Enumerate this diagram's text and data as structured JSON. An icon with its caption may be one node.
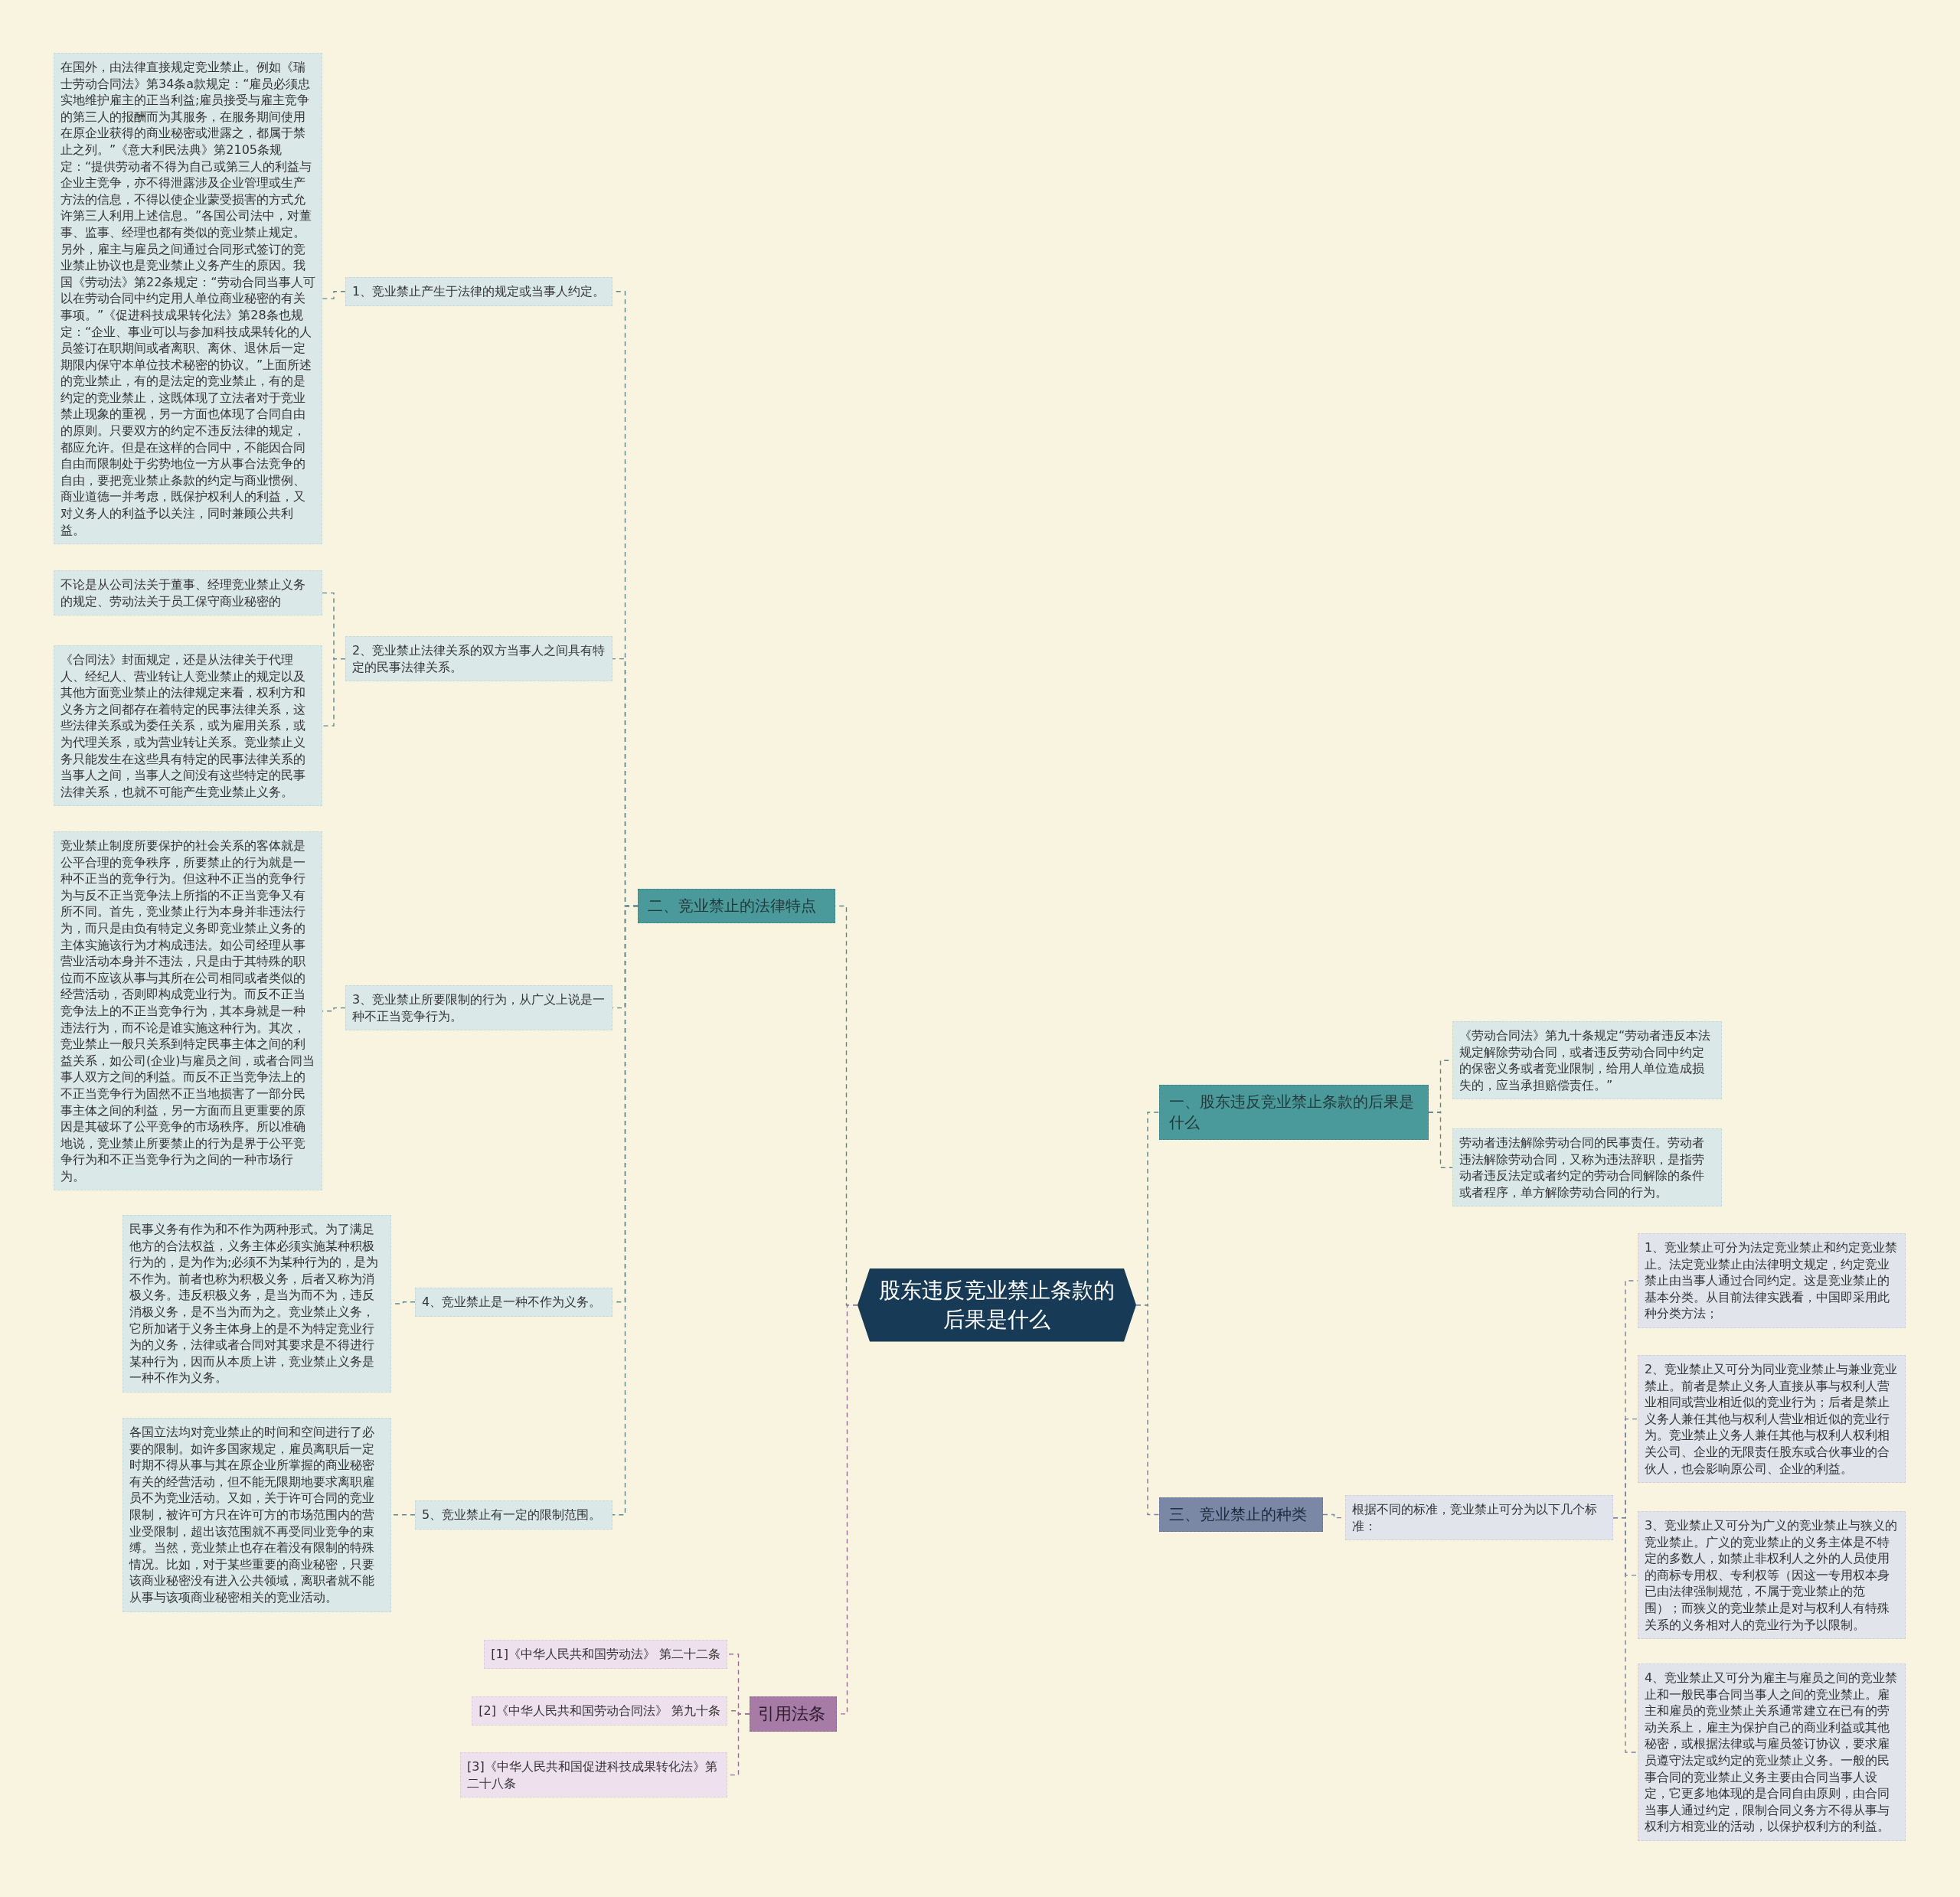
{
  "diagram": {
    "nodes": [
      {
        "text": [
          "股东违反竞业禁止条款的后果是什么"
        ]
      },
      {
        "text": [
          "一、股东违反竞业禁止条款的后果是什么"
        ]
      },
      {
        "text": [
          "《劳动合同法》第九十条规定“劳动者违反本法规定解除劳动合同，或者违反劳动合同中约定的保密义务或者竞业限制，给用人单位造成损失的，应当承担赔偿责任。”"
        ]
      },
      {
        "text": [
          "劳动者违法解除劳动合同的民事责任。劳动者违法解除劳动合同，又称为违法辞职，是指劳动者违反法定或者约定的劳动合同解除的条件或者程序，单方解除劳动合同的行为。"
        ]
      },
      {
        "text": [
          "三、竞业禁止的种类"
        ]
      },
      {
        "text": [
          "根据不同的标准，竞业禁止可分为以下几个标准："
        ]
      },
      {
        "text": [
          "1、竞业禁止可分为法定竞业禁止和约定竞业禁止。法定竞业禁止由法律明文规定，约定竞业禁止由当事人通过合同约定。这是竞业禁止的基本分类。从目前法律实践看，中国即采用此种分类方法；"
        ]
      },
      {
        "text": [
          "2、竞业禁止又可分为同业竞业禁止与兼业竞业禁止。前者是禁止义务人直接从事与权利人营业相同或营业相近似的竞业行为；后者是禁止义务人兼任其他与权利人营业相近似的竞业行为。竞业禁止义务人兼任其他与权利人权利相关公司、企业的无限责任股东或合伙事业的合伙人，也会影响原公司、企业的利益。"
        ]
      },
      {
        "text": [
          "3、竞业禁止又可分为广义的竞业禁止与狭义的竞业禁止。广义的竞业禁止的义务主体是不特定的多数人，如禁止非权利人之外的人员使用的商标专用权、专利权等（因这一专用权本身已由法律强制规范，不属于竞业禁止的范围）；而狭义的竞业禁止是对与权利人有特殊关系的义务相对人的竞业行为予以限制。"
        ]
      },
      {
        "text": [
          "4、竞业禁止又可分为雇主与雇员之间的竞业禁止和一般民事合同当事人之间的竞业禁止。雇主和雇员的竞业禁止关系通常建立在已有的劳动关系上，雇主为保护自己的商业利益或其他秘密，或根据法律或与雇员签订协议，要求雇员遵守法定或约定的竞业禁止义务。一般的民事合同的竞业禁止义务主要由合同当事人设定，它更多地体现的是合同自由原则，由合同当事人通过约定，限制合同义务方不得从事与权利方相竞业的活动，以保护权利方的利益。"
        ]
      },
      {
        "text": [
          "二、竞业禁止的法律特点"
        ]
      },
      {
        "text": [
          "1、竞业禁止产生于法律的规定或当事人约定。"
        ]
      },
      {
        "text": [
          "在国外，由法律直接规定竞业禁止。例如《瑞士劳动合同法》第34条a款规定：“雇员必须忠实地维护雇主的正当利益;雇员接受与雇主竞争的第三人的报酬而为其服务，在服务期间使用在原企业获得的商业秘密或泄露之，都属于禁止之列。”《意大利民法典》第2105条规定：“提供劳动者不得为自己或第三人的利益与企业主竞争，亦不得泄露涉及企业管理或生产方法的信息，不得以使企业蒙受损害的方式允许第三人利用上述信息。”各国公司法中，对董事、监事、经理也都有类似的竞业禁止规定。另外，雇主与雇员之间通过合同形式签订的竞业禁止协议也是竞业禁止义务产生的原因。我国《劳动法》第22条规定：“劳动合同当事人可以在劳动合同中约定用人单位商业秘密的有关事项。”《促进科技成果转化法》第28条也规定：“企业、事业可以与参加科技成果转化的人员签订在职期间或者离职、离休、退休后一定期限内保守本单位技术秘密的协议。”上面所述的竞业禁止，有的是法定的竞业禁止，有的是约定的竞业禁止，这既体现了立法者对于竞业禁止现象的重视，另一方面也体现了合同自由的原则。只要双方的约定不违反法律的规定，都应允许。但是在这样的合同中，不能因合同自由而限制处于劣势地位一方从事合法竞争的自由，要把竞业禁止条款的约定与商业惯例、商业道德一并考虑，既保护权利人的利益，又对义务人的利益予以关注，同时兼顾公共利益。"
        ]
      },
      {
        "text": [
          "2、竞业禁止法律关系的双方当事人之间具有特定的民事法律关系。"
        ]
      },
      {
        "text": [
          "不论是从公司法关于董事、经理竞业禁止义务的规定、劳动法关于员工保守商业秘密的"
        ]
      },
      {
        "text": [
          "《合同法》封面规定，还是从法律关于代理人、经纪人、营业转让人竞业禁止的规定以及其他方面竞业禁止的法律规定来看，权利方和义务方之间都存在着特定的民事法律关系，这些法律关系或为委任关系，或为雇用关系，或为代理关系，或为营业转让关系。竞业禁止义务只能发生在这些具有特定的民事法律关系的当事人之间，当事人之间没有这些特定的民事法律关系，也就不可能产生竞业禁止义务。"
        ]
      },
      {
        "text": [
          "3、竞业禁止所要限制的行为，从广义上说是一种不正当竞争行为。"
        ]
      },
      {
        "text": [
          "竞业禁止制度所要保护的社会关系的客体就是公平合理的竞争秩序，所要禁止的行为就是一种不正当的竞争行为。但这种不正当的竞争行为与反不正当竞争法上所指的不正当竞争又有所不同。首先，竞业禁止行为本身并非违法行为，而只是由负有特定义务即竞业禁止义务的主体实施该行为才构成违法。如公司经理从事营业活动本身并不违法，只是由于其特殊的职位而不应该从事与其所在公司相同或者类似的经营活动，否则即构成竞业行为。而反不正当竞争法上的不正当竞争行为，其本身就是一种违法行为，而不论是谁实施这种行为。其次，竞业禁止一般只关系到特定民事主体之间的利益关系，如公司(企业)与雇员之间，或者合同当事人双方之间的利益。而反不正当竞争法上的不正当竞争行为固然不正当地损害了一部分民事主体之间的利益，另一方面而且更重要的原因是其破坏了公平竞争的市场秩序。所以准确地说，竞业禁止所要禁止的行为是界于公平竞争行为和不正当竞争行为之间的一种市场行为。"
        ]
      },
      {
        "text": [
          "4、竞业禁止是一种不作为义务。"
        ]
      },
      {
        "text": [
          "民事义务有作为和不作为两种形式。为了满足他方的合法权益，义务主体必须实施某种积极行为的，是为作为;必须不为某种行为的，是为不作为。前者也称为积极义务，后者又称为消极义务。违反积极义务，是当为而不为，违反消极义务，是不当为而为之。竞业禁止义务，它所加诸于义务主体身上的是不为特定竞业行为的义务，法律或者合同对其要求是不得进行某种行为，因而从本质上讲，竞业禁止义务是一种不作为义务。"
        ]
      },
      {
        "text": [
          "5、竞业禁止有一定的限制范围。"
        ]
      },
      {
        "text": [
          "各国立法均对竞业禁止的时间和空间进行了必要的限制。如许多国家规定，雇员离职后一定时期不得从事与其在原企业所掌握的商业秘密有关的经营活动，但不能无限期地要求离职雇员不为竞业活动。又如，关于许可合同的竞业限制，被许可方只在许可方的市场范围内的营业受限制，超出该范围就不再受同业竞争的束缚。当然，竞业禁止也存在着没有限制的特殊情况。比如，对于某些重要的商业秘密，只要该商业秘密没有进入公共领域，离职者就不能从事与该项商业秘密相关的竞业活动。"
        ]
      },
      {
        "text": [
          "引用法条"
        ]
      },
      {
        "text": [
          "[1]《中华人民共和国劳动法》 第二十二条"
        ]
      },
      {
        "text": [
          "[2]《中华人民共和国劳动合同法》 第九十条"
        ]
      },
      {
        "text": [
          "[3]《中华人民共和国促进科技成果转化法》第二十八条"
        ]
      }
    ],
    "edges": [
      {
        "from": 0,
        "to": 1,
        "arrow": "none"
      },
      {
        "from": 1,
        "to": 2,
        "arrow": "none"
      },
      {
        "from": 1,
        "to": 3,
        "arrow": "none"
      },
      {
        "from": 0,
        "to": 4,
        "arrow": "none",
        "color": "#7482a0"
      },
      {
        "from": 4,
        "to": 5,
        "arrow": "none",
        "color": "#7482a0"
      },
      {
        "from": 5,
        "to": 6,
        "arrow": "none",
        "color": "#7482a0"
      },
      {
        "from": 5,
        "to": 7,
        "arrow": "none",
        "color": "#7482a0"
      },
      {
        "from": 5,
        "to": 8,
        "arrow": "none",
        "color": "#7482a0"
      },
      {
        "from": 5,
        "to": 9,
        "arrow": "none",
        "color": "#7482a0"
      },
      {
        "from": 0,
        "to": 10,
        "arrow": "none"
      },
      {
        "from": 10,
        "to": 11,
        "arrow": "none"
      },
      {
        "from": 11,
        "to": 12,
        "arrow": "none"
      },
      {
        "from": 10,
        "to": 13,
        "arrow": "none"
      },
      {
        "from": 13,
        "to": 14,
        "arrow": "none"
      },
      {
        "from": 13,
        "to": 15,
        "arrow": "none"
      },
      {
        "from": 10,
        "to": 16,
        "arrow": "none"
      },
      {
        "from": 16,
        "to": 17,
        "arrow": "none"
      },
      {
        "from": 10,
        "to": 18,
        "arrow": "none"
      },
      {
        "from": 18,
        "to": 19,
        "arrow": "none"
      },
      {
        "from": 10,
        "to": 20,
        "arrow": "none"
      },
      {
        "from": 20,
        "to": 21,
        "arrow": "none"
      },
      {
        "from": 0,
        "to": 22,
        "arrow": "none",
        "color": "#9a6e9a"
      },
      {
        "from": 22,
        "to": 23,
        "arrow": "none",
        "color": "#9a6e9a"
      },
      {
        "from": 22,
        "to": 24,
        "arrow": "none",
        "color": "#9a6e9a"
      },
      {
        "from": 22,
        "to": 25,
        "arrow": "none",
        "color": "#9a6e9a"
      }
    ]
  }
}
